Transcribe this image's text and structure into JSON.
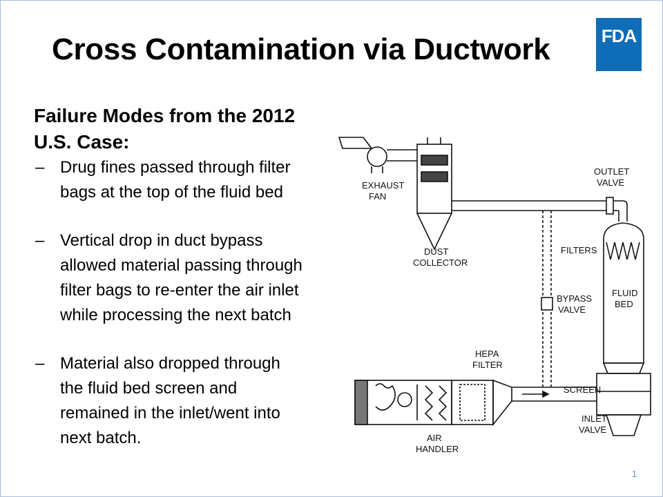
{
  "slide": {
    "title": "Cross Contamination via Ductwork",
    "logo_text": "FDA",
    "heading_line1": "Failure Modes from the 2012",
    "heading_line2": "U.S. Case:",
    "bullets": [
      {
        "dash": "–",
        "lines": [
          "Drug fines passed through filter",
          "bags at the top of the fluid bed"
        ]
      },
      {
        "dash": "–",
        "lines": [
          "Vertical drop in duct bypass",
          "allowed material passing through",
          "filter bags to re-enter the air inlet",
          "while processing the next batch"
        ]
      },
      {
        "dash": "–",
        "lines": [
          "Material also dropped through",
          "the fluid bed screen and",
          "remained in the inlet/went into",
          "next batch."
        ]
      }
    ],
    "page_number": "1"
  },
  "diagram_labels": {
    "exhaust_fan": [
      "EXHAUST",
      "FAN"
    ],
    "dust_collector": [
      "DUST",
      "COLLECTOR"
    ],
    "outlet_valve": [
      "OUTLET",
      "VALVE"
    ],
    "filters": "FILTERS",
    "bypass_valve": [
      "BYPASS",
      "VALVE"
    ],
    "fluid_bed": [
      "FLUID",
      "BED"
    ],
    "hepa_filter": [
      "HEPA",
      "FILTER"
    ],
    "screen": "SCREEN",
    "inlet_valve": [
      "INLET",
      "VALVE"
    ],
    "air_handler": [
      "AIR",
      "HANDLER"
    ]
  },
  "colors": {
    "logo_bg": "#0e6db6",
    "border": "#a9bdd6",
    "page_number": "#5b8fc9"
  }
}
